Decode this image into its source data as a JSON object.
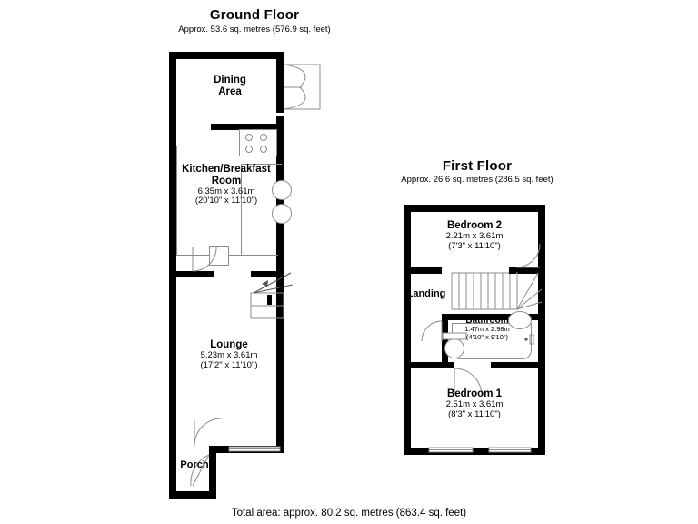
{
  "document": {
    "type": "floor-plan",
    "total_area_text": "Total area: approx. 80.2 sq. metres (863.4 sq. feet)"
  },
  "floors": [
    {
      "id": "ground",
      "title": "Ground Floor",
      "area_text": "Approx. 53.6 sq. metres (576.9 sq. feet)",
      "rooms": [
        {
          "id": "dining-area",
          "name": "Dining\nArea",
          "name_line1": "Dining",
          "name_line2": "Area",
          "metric": "",
          "imperial": ""
        },
        {
          "id": "kitchen-breakfast-room",
          "name_line1": "Kitchen/Breakfast",
          "name_line2": "Room",
          "metric": "6.35m x 3.61m",
          "imperial": "(20'10\" x 11'10\")"
        },
        {
          "id": "lounge",
          "name_line1": "Lounge",
          "name_line2": "",
          "metric": "5.23m x 3.61m",
          "imperial": "(17'2\" x 11'10\")"
        },
        {
          "id": "porch",
          "name_line1": "Porch",
          "name_line2": "",
          "metric": "",
          "imperial": ""
        }
      ]
    },
    {
      "id": "first",
      "title": "First Floor",
      "area_text": "Approx. 26.6 sq. metres (286.5 sq. feet)",
      "rooms": [
        {
          "id": "bedroom-2",
          "name_line1": "Bedroom 2",
          "name_line2": "",
          "metric": "2.21m x 3.61m",
          "imperial": "(7'3\" x 11'10\")"
        },
        {
          "id": "landing",
          "name_line1": "Landing",
          "name_line2": "",
          "metric": "",
          "imperial": ""
        },
        {
          "id": "bathroom",
          "name_line1": "Bathroom",
          "name_line2": "",
          "metric": "1.47m x 2.98m",
          "imperial": "(4'10\" x 9'10\")"
        },
        {
          "id": "bedroom-1",
          "name_line1": "Bedroom 1",
          "name_line2": "",
          "metric": "2.51m x 3.61m",
          "imperial": "(8'3\" x 11'10\")"
        }
      ]
    }
  ],
  "colors": {
    "wall": "#000000",
    "thin_wall": "#8c8c8c",
    "background": "#ffffff",
    "text": "#000000"
  }
}
